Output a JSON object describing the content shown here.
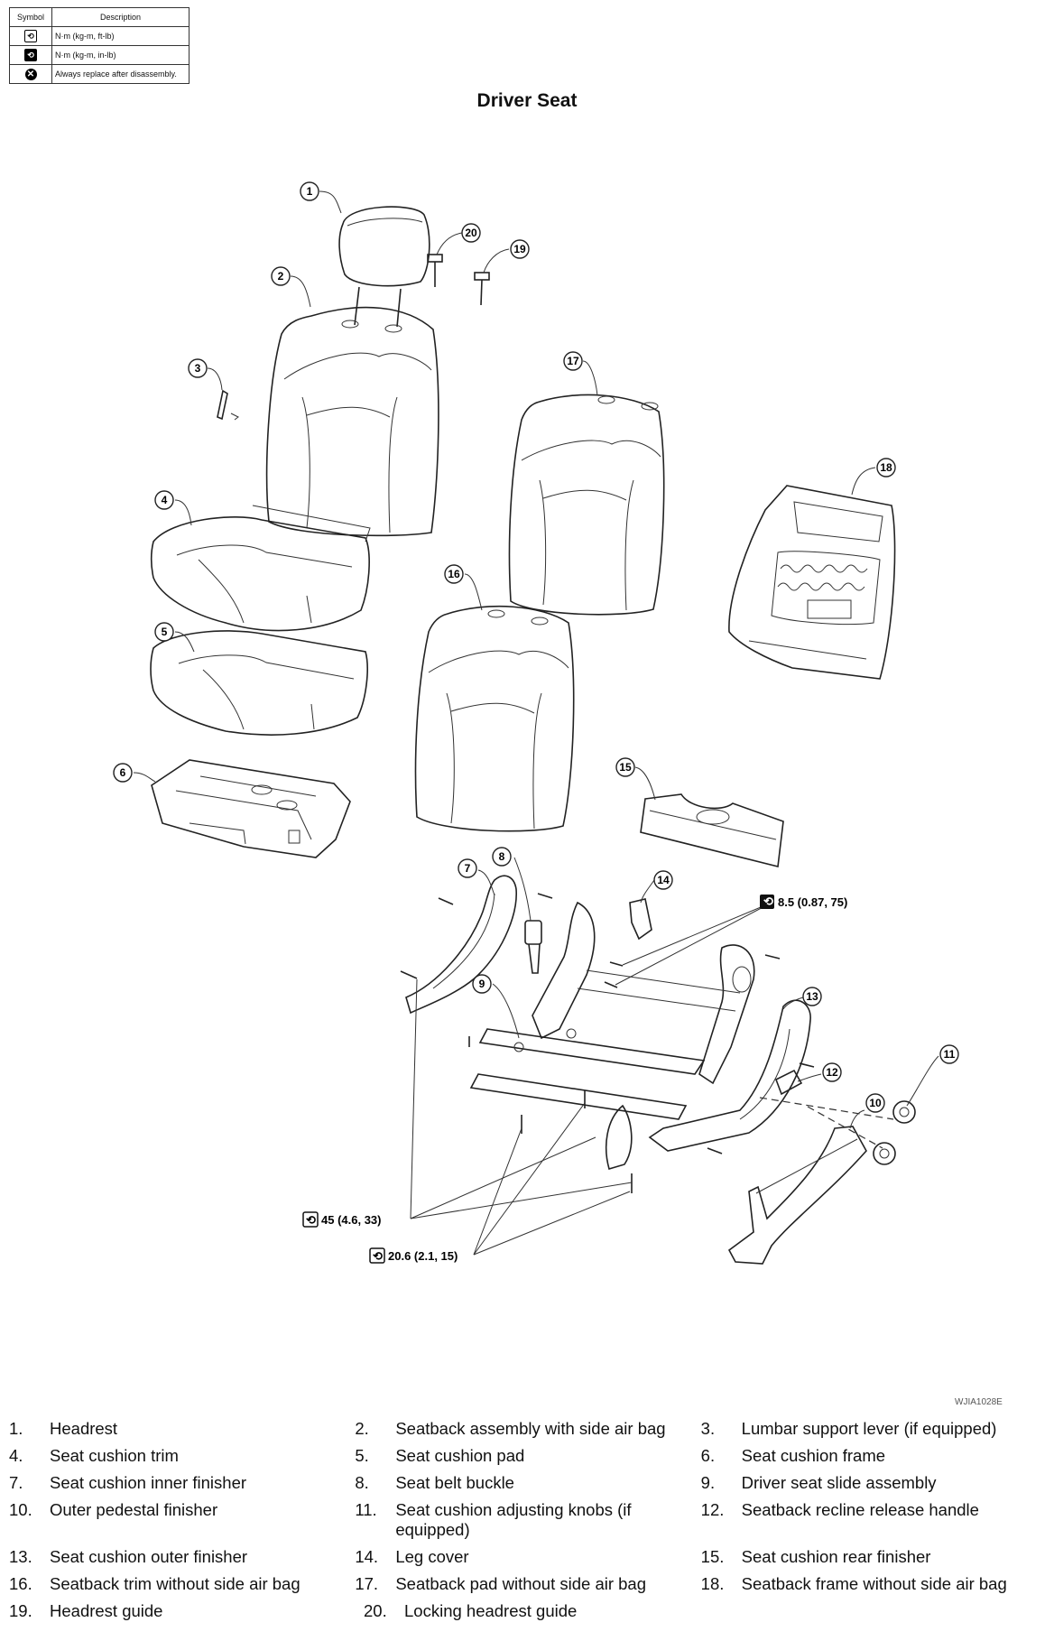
{
  "symbol_table": {
    "headers": [
      "Symbol",
      "Description"
    ],
    "rows": [
      {
        "icon": "torque-wrench-icon",
        "description": "N·m (kg-m, ft-lb)"
      },
      {
        "icon": "torque-wrench-filled-icon",
        "description": "N·m (kg-m, in-lb)"
      },
      {
        "icon": "always-replace-icon",
        "description": "Always replace after disassembly."
      }
    ]
  },
  "title": "Driver Seat",
  "callouts": [
    "1",
    "2",
    "3",
    "4",
    "5",
    "6",
    "7",
    "8",
    "9",
    "10",
    "11",
    "12",
    "13",
    "14",
    "15",
    "16",
    "17",
    "18",
    "19",
    "20"
  ],
  "torque_specs": {
    "spec_a": "8.5 (0.87, 75)",
    "spec_b": "45 (4.6, 33)",
    "spec_c": "20.6 (2.1, 15)"
  },
  "diagram_code": "WJIA1028E",
  "legend": [
    {
      "num": "1.",
      "text": "Headrest"
    },
    {
      "num": "2.",
      "text": "Seatback assembly with side air bag"
    },
    {
      "num": "3.",
      "text": "Lumbar support lever (if equipped)"
    },
    {
      "num": "4.",
      "text": "Seat cushion trim"
    },
    {
      "num": "5.",
      "text": "Seat cushion pad"
    },
    {
      "num": "6.",
      "text": "Seat cushion frame"
    },
    {
      "num": "7.",
      "text": "Seat cushion inner finisher"
    },
    {
      "num": "8.",
      "text": "Seat belt buckle"
    },
    {
      "num": "9.",
      "text": "Driver seat slide assembly"
    },
    {
      "num": "10.",
      "text": "Outer pedestal finisher"
    },
    {
      "num": "11.",
      "text": "Seat cushion adjusting knobs (if equipped)"
    },
    {
      "num": "12.",
      "text": "Seatback recline release handle"
    },
    {
      "num": "13.",
      "text": "Seat cushion outer finisher"
    },
    {
      "num": "14.",
      "text": "Leg cover"
    },
    {
      "num": "15.",
      "text": "Seat cushion rear finisher"
    },
    {
      "num": "16.",
      "text": "Seatback trim without side air bag"
    },
    {
      "num": "17.",
      "text": "Seatback pad without side air bag"
    },
    {
      "num": "18.",
      "text": "Seatback frame without side air bag"
    },
    {
      "num": "19.",
      "text": "Headrest guide"
    },
    {
      "num": "20.",
      "text": "Locking headrest guide"
    }
  ]
}
